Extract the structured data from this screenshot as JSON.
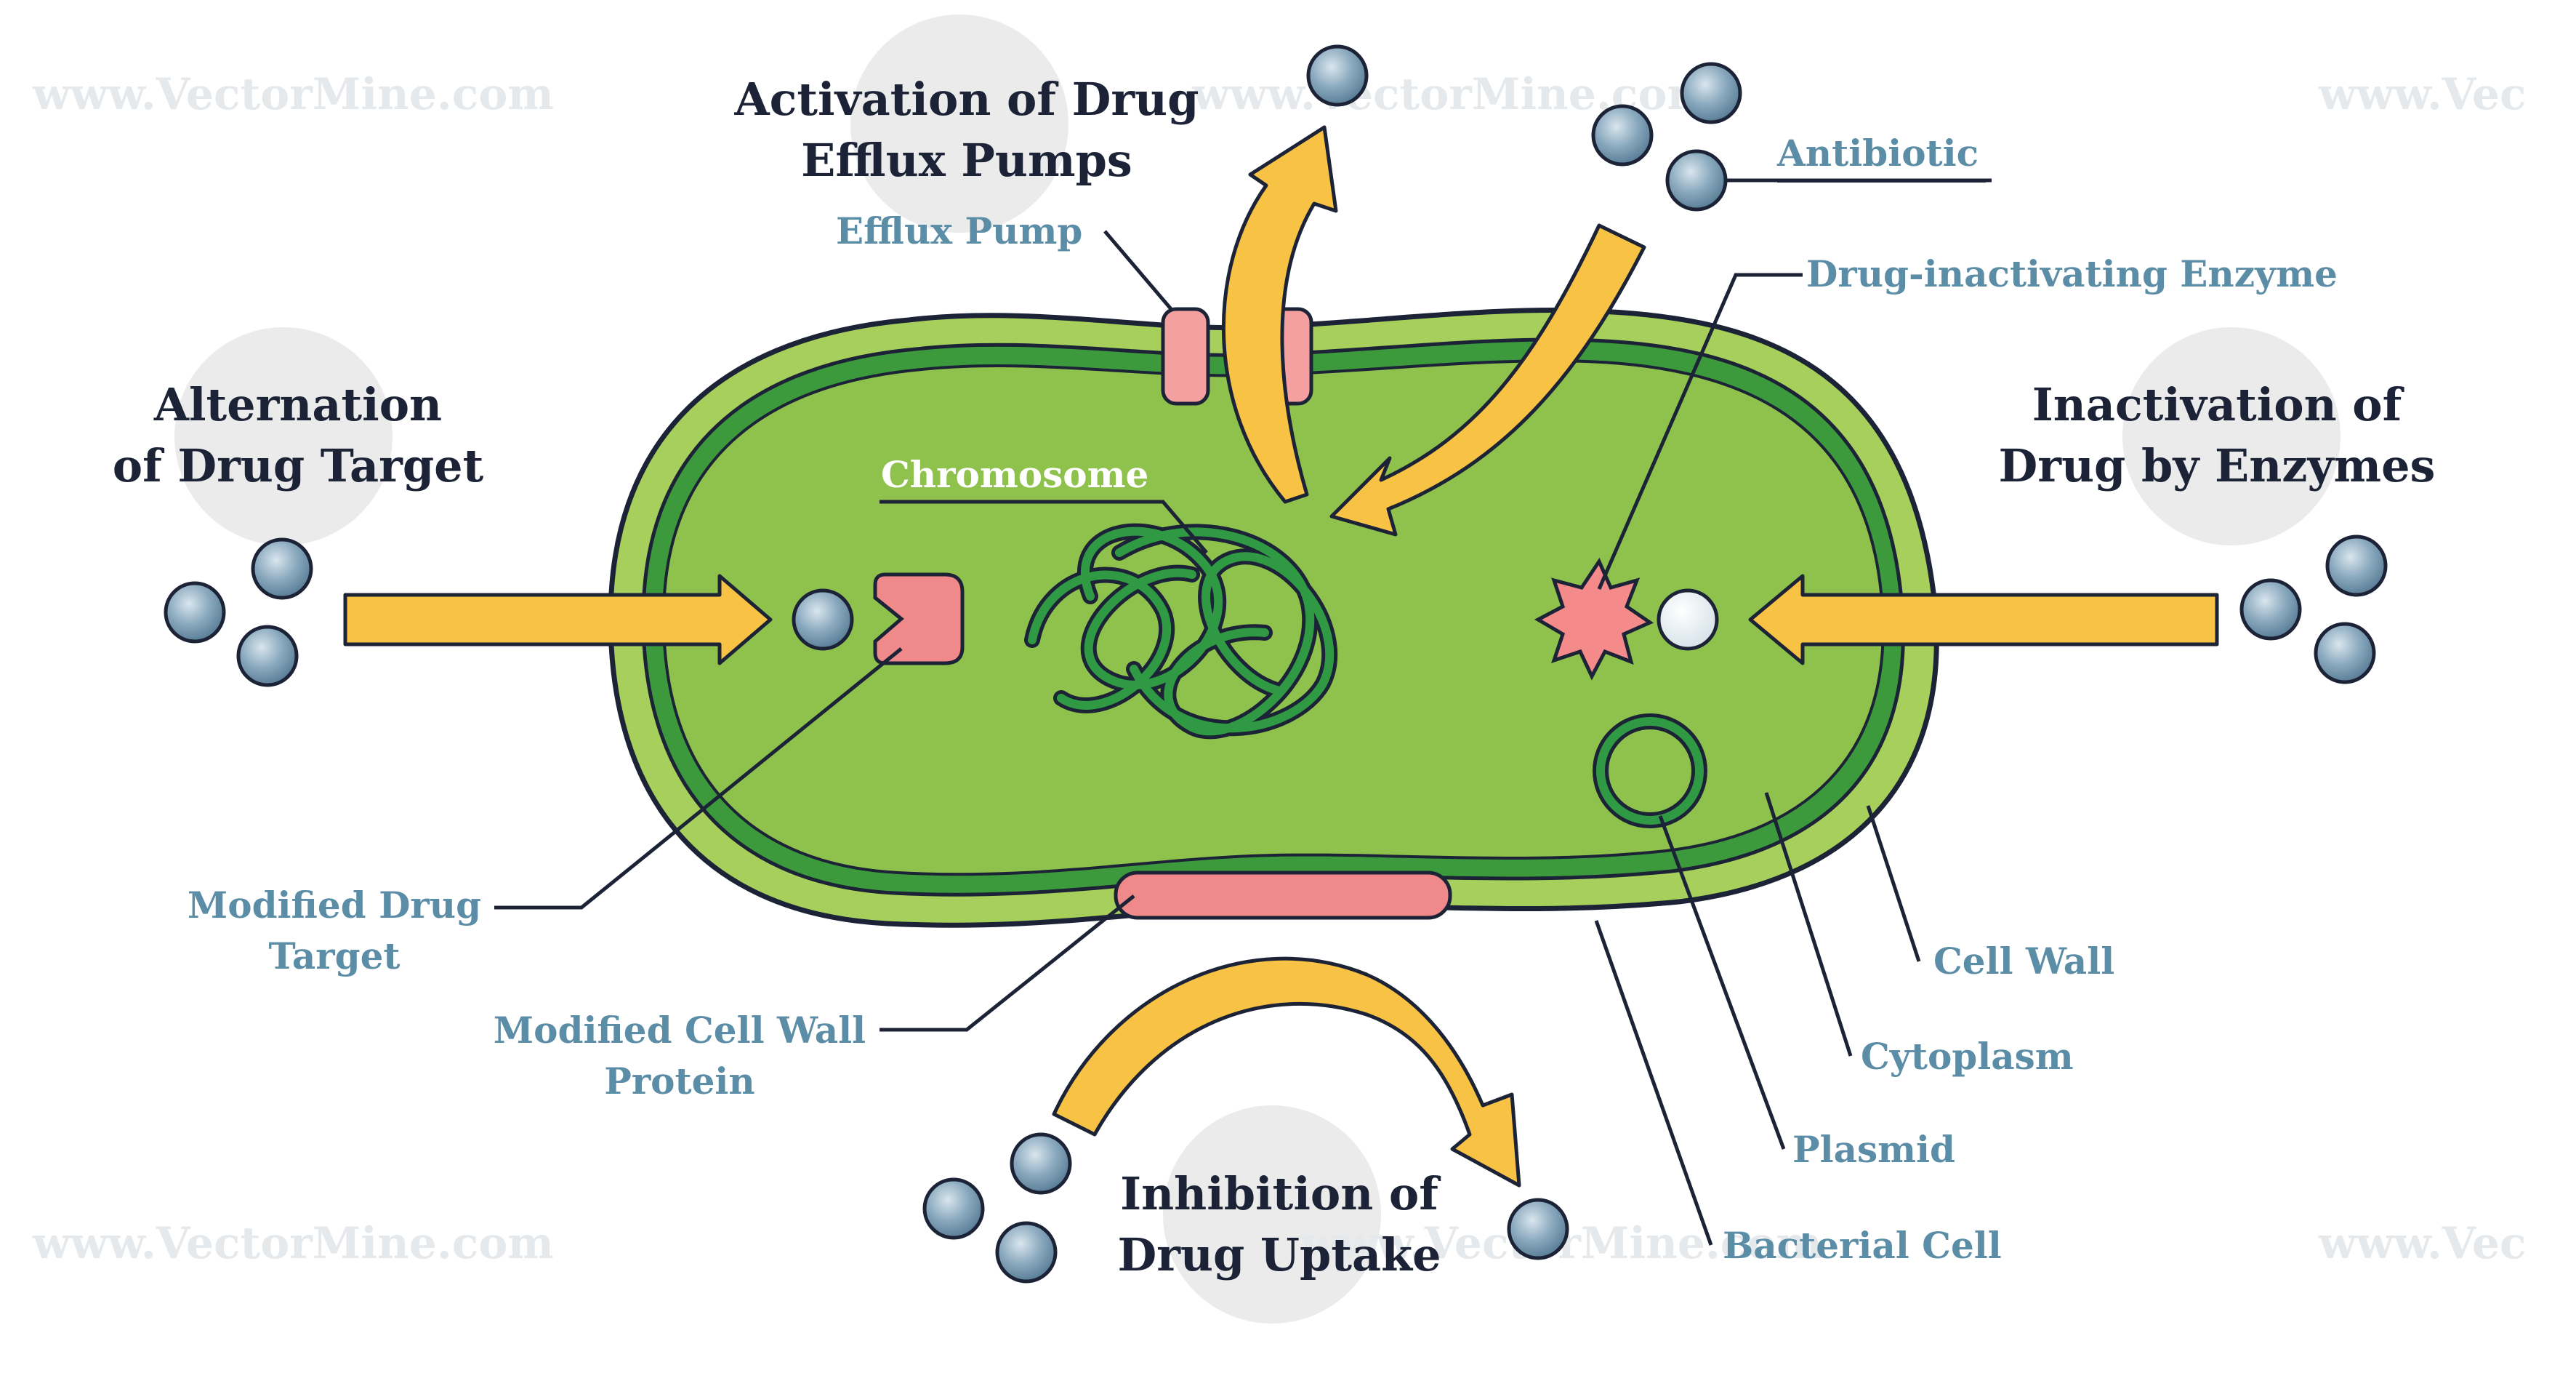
{
  "headings": {
    "efflux_line1": "Activation of Drug",
    "efflux_line2": "Efflux Pumps",
    "target_line1": "Alternation",
    "target_line2": "of Drug Target",
    "enzyme_line1": "Inactivation of",
    "enzyme_line2": "Drug by Enzymes",
    "uptake_line1": "Inhibition of",
    "uptake_line2": "Drug Uptake"
  },
  "labels": {
    "efflux_pump": "Efflux Pump",
    "antibiotic": "Antibiotic",
    "drug_inactivating_enzyme": "Drug-inactivating Enzyme",
    "chromosome": "Chromosome",
    "modified_drug_target_line1": "Modified Drug",
    "modified_drug_target_line2": "Target",
    "modified_cell_wall_protein_line1": "Modified Cell Wall",
    "modified_cell_wall_protein_line2": "Protein",
    "cell_wall": "Cell Wall",
    "cytoplasm": "Cytoplasm",
    "plasmid": "Plasmid",
    "bacterial_cell": "Bacterial Cell"
  },
  "watermark": {
    "text": "www.VectorMine.com",
    "partial_text": "www.Vec"
  },
  "colors": {
    "cell_outer": "#9cc94a",
    "cell_wall_dark": "#3d9a3c",
    "cytoplasm": "#8fc24c",
    "chromosome": "#2f7d3a",
    "arrow": "#f8c244",
    "arrow_outline": "#1c2336",
    "pink": "#f08a8a",
    "molecule": "#6d93ad",
    "label": "#5c8da7",
    "heading": "#1c2336"
  }
}
